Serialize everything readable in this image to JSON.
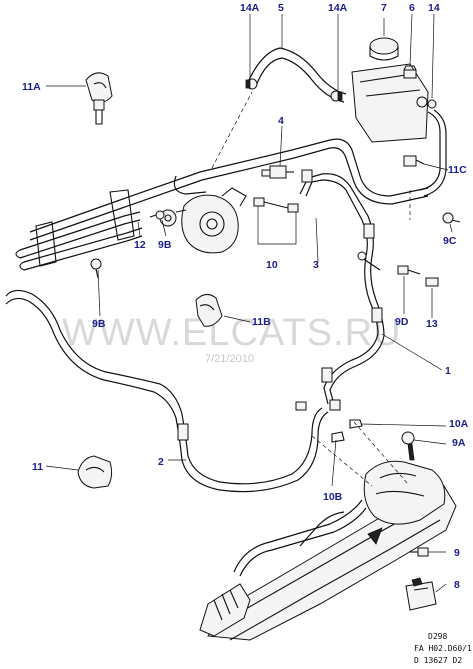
{
  "watermark": {
    "text": "WWW.ELCATS.RU",
    "date": "7/21/2010"
  },
  "callouts": {
    "c14a_left": "14A",
    "c5": "5",
    "c14a_mid": "14A",
    "c7": "7",
    "c6": "6",
    "c14": "14",
    "c11a": "11A",
    "c4": "4",
    "c11c": "11C",
    "c9c": "9C",
    "c12": "12",
    "c9b_top": "9B",
    "c10": "10",
    "c3": "3",
    "c9d": "9D",
    "c13": "13",
    "c9b_low": "9B",
    "c11b": "11B",
    "c1": "1",
    "c10a": "10A",
    "c9a": "9A",
    "c11": "11",
    "c2": "2",
    "c10b": "10B",
    "c9": "9",
    "c8": "8"
  },
  "reference": {
    "code_top": "D298",
    "code_mid": "FA H02.D60/1",
    "code_bottom": "D 13627 D2"
  }
}
